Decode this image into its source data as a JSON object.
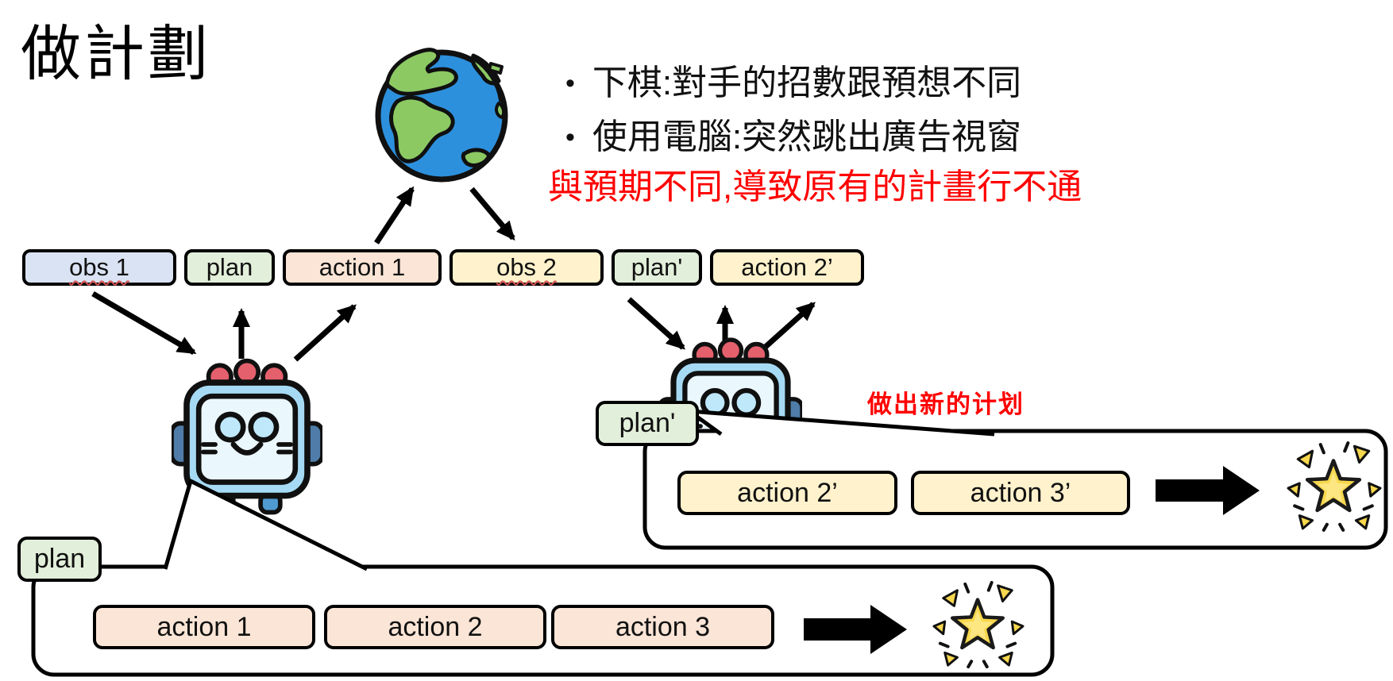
{
  "slide": {
    "title": "做計劃",
    "bullet_char": "•",
    "bullets": [
      {
        "text": "下棋:對手的招數跟預想不同"
      },
      {
        "text": "使用電腦:突然跳出廣告視窗"
      }
    ],
    "warning": "與預期不同,導致原有的計畫行不通",
    "new_plan_note": "做出新的计划"
  },
  "flow": {
    "boxes": [
      {
        "label": "obs 1",
        "type": "observation",
        "color": "#dae3f3"
      },
      {
        "label": "plan",
        "type": "plan",
        "color": "#e2efda"
      },
      {
        "label": "action 1",
        "type": "action",
        "color": "#fbe5d6"
      },
      {
        "label": "obs 2",
        "type": "observation",
        "color": "#fff2cc"
      },
      {
        "label": "plan'",
        "type": "plan",
        "color": "#e2efda"
      },
      {
        "label": "action 2’",
        "type": "action",
        "color": "#fff2cc"
      }
    ]
  },
  "plan_bubble_1": {
    "tag": "plan",
    "actions": [
      {
        "label": "action 1"
      },
      {
        "label": "action 2"
      },
      {
        "label": "action 3"
      }
    ],
    "action_color": "#fbe5d6"
  },
  "plan_bubble_2": {
    "tag": "plan'",
    "actions": [
      {
        "label": "action 2’"
      },
      {
        "label": "action 3’"
      }
    ],
    "action_color": "#fff2cc"
  },
  "icons": {
    "world": "globe-icon",
    "agent": "robot-icon",
    "success": "sparkle-star-icon",
    "flow": "arrow-icon",
    "result": "block-arrow-icon"
  },
  "colors": {
    "observation_blue": "#dae3f3",
    "plan_green": "#e2efda",
    "action_salmon": "#fbe5d6",
    "highlight_yellow": "#fff2cc",
    "alert_red": "#ff0000",
    "outline_black": "#000000",
    "globe_ocean": "#2d90dd",
    "globe_land": "#8cc963",
    "star_yellow": "#f7d84e",
    "robot_blue": "#a6daf4"
  }
}
